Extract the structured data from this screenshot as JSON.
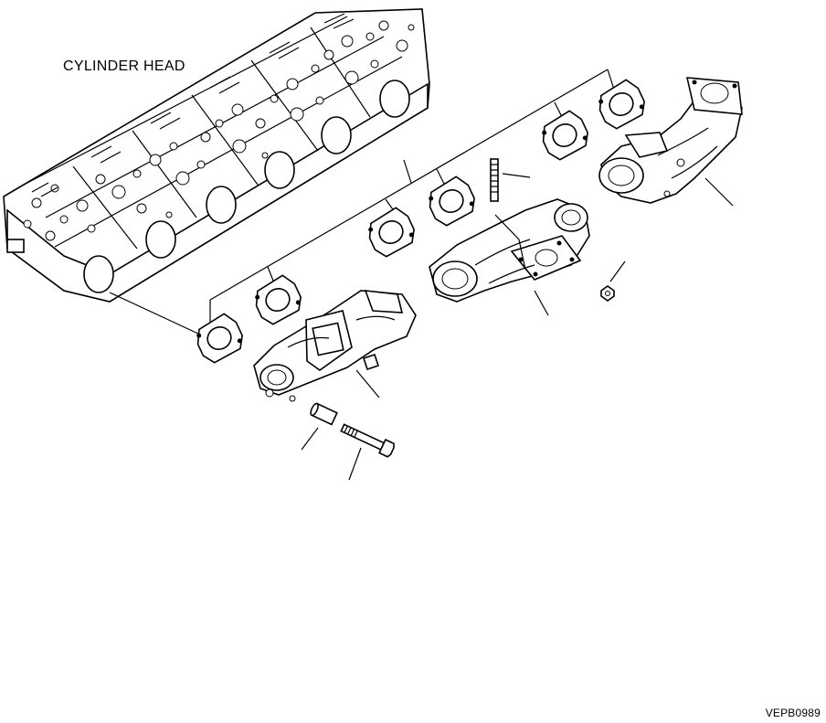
{
  "labels": {
    "cylinder_head": "CYLINDER HEAD",
    "figure_code": "VEPB0989"
  },
  "colors": {
    "line": "#000000",
    "background": "#ffffff"
  },
  "parts": [
    "cylinder-head",
    "exhaust-manifold-front",
    "exhaust-manifold-center",
    "exhaust-manifold-rear",
    "gasket-1",
    "gasket-2",
    "gasket-3",
    "gasket-4",
    "gasket-5",
    "gasket-6",
    "stud",
    "nut",
    "spacer",
    "bolt"
  ]
}
